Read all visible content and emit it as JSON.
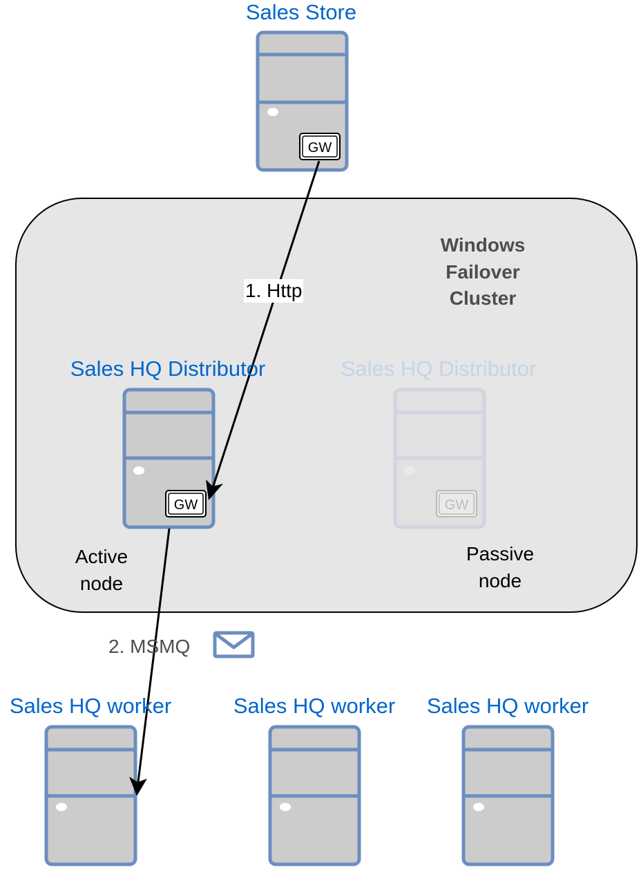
{
  "cluster": {
    "title_lines": [
      "Windows",
      "Failover",
      "Cluster"
    ]
  },
  "servers": {
    "store": {
      "label": "Sales Store",
      "gateway": "GW"
    },
    "distributor_active": {
      "label": "Sales HQ Distributor",
      "gateway": "GW",
      "role_lines": [
        "Active",
        "node"
      ]
    },
    "distributor_passive": {
      "label": "Sales HQ Distributor",
      "gateway": "GW",
      "role_lines": [
        "Passive",
        "node"
      ]
    },
    "workers": [
      {
        "label": "Sales HQ worker"
      },
      {
        "label": "Sales HQ worker"
      },
      {
        "label": "Sales HQ worker"
      }
    ]
  },
  "edges": {
    "http": {
      "label": "1. Http"
    },
    "msmq": {
      "label": "2. MSMQ",
      "icon": "envelope-icon"
    }
  },
  "colors": {
    "server_stroke": "#6c8ebf",
    "server_fill": "#cccccc",
    "label_blue": "#0066cc",
    "faded_label": "#c3d4ea",
    "cluster_fill": "#e6e6e6",
    "cluster_title": "#4d4d4d"
  }
}
